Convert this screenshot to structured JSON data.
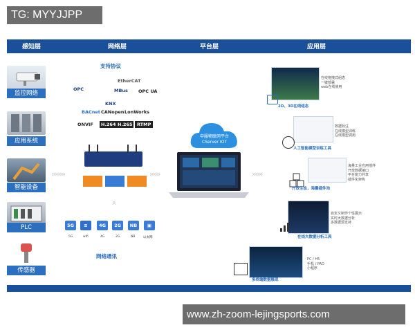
{
  "watermark_top": "TG: MYYJJPP",
  "watermark_bottom": "www.zh-zoom-lejingsports.com",
  "header": {
    "col1": "感知层",
    "col2": "网络层",
    "col3": "平台层",
    "col4": "应用层"
  },
  "perception": [
    {
      "label": "监控网络",
      "icon": "camera-icon"
    },
    {
      "label": "应用系统",
      "icon": "server-rack-icon"
    },
    {
      "label": "智能设备",
      "icon": "robot-arm-icon"
    },
    {
      "label": "PLC",
      "icon": "plc-icon"
    },
    {
      "label": "传感器",
      "icon": "sensor-icon"
    }
  ],
  "network": {
    "protocols_title": "支持协议",
    "protocols": [
      "OPC",
      "EtherCAT",
      "MBus",
      "OPC UA",
      "KNX",
      "BACnet",
      "CANopen",
      "LonWorks",
      "ONVIF",
      "H.264",
      "H.265",
      "RTMP"
    ],
    "comm_title": "网络通讯",
    "comm": [
      {
        "name": "5G",
        "label": "5G",
        "color": "#3a7bd5"
      },
      {
        "name": "wifi",
        "label": "wifi",
        "color": "#2f6fcb"
      },
      {
        "name": "4G",
        "label": "4G",
        "color": "#3a7bd5"
      },
      {
        "name": "2G",
        "label": "2G",
        "color": "#3a7bd5"
      },
      {
        "name": "NB",
        "label": "NB",
        "color": "#3a7bd5"
      },
      {
        "name": "以太网",
        "label": "以太网",
        "color": "#3a7bd5"
      }
    ]
  },
  "platform": {
    "cloud_line1": "中服物联网平台",
    "cloud_line2": "CServer IOT"
  },
  "apps": [
    {
      "link": "2D、3D在线组态",
      "caption": "在线拖拽式组态\n一键部署\nweb在线使用"
    },
    {
      "link": "人工智能模型训练工具",
      "caption": "数据标注\n在线模型训练\n在线模型调用"
    },
    {
      "link": "开放生态，海量插件池",
      "caption": "海量工业应用插件\n开放数据接口\n平台能力共享\n插件化架构"
    },
    {
      "link": "在线大数据分析工具",
      "caption": "自定义制作个性展示\n实时大数据分析\n多数据源支持"
    },
    {
      "link": "多终端数据展现",
      "caption": "PC / H5\n手机 / PAD\n小程序"
    }
  ]
}
